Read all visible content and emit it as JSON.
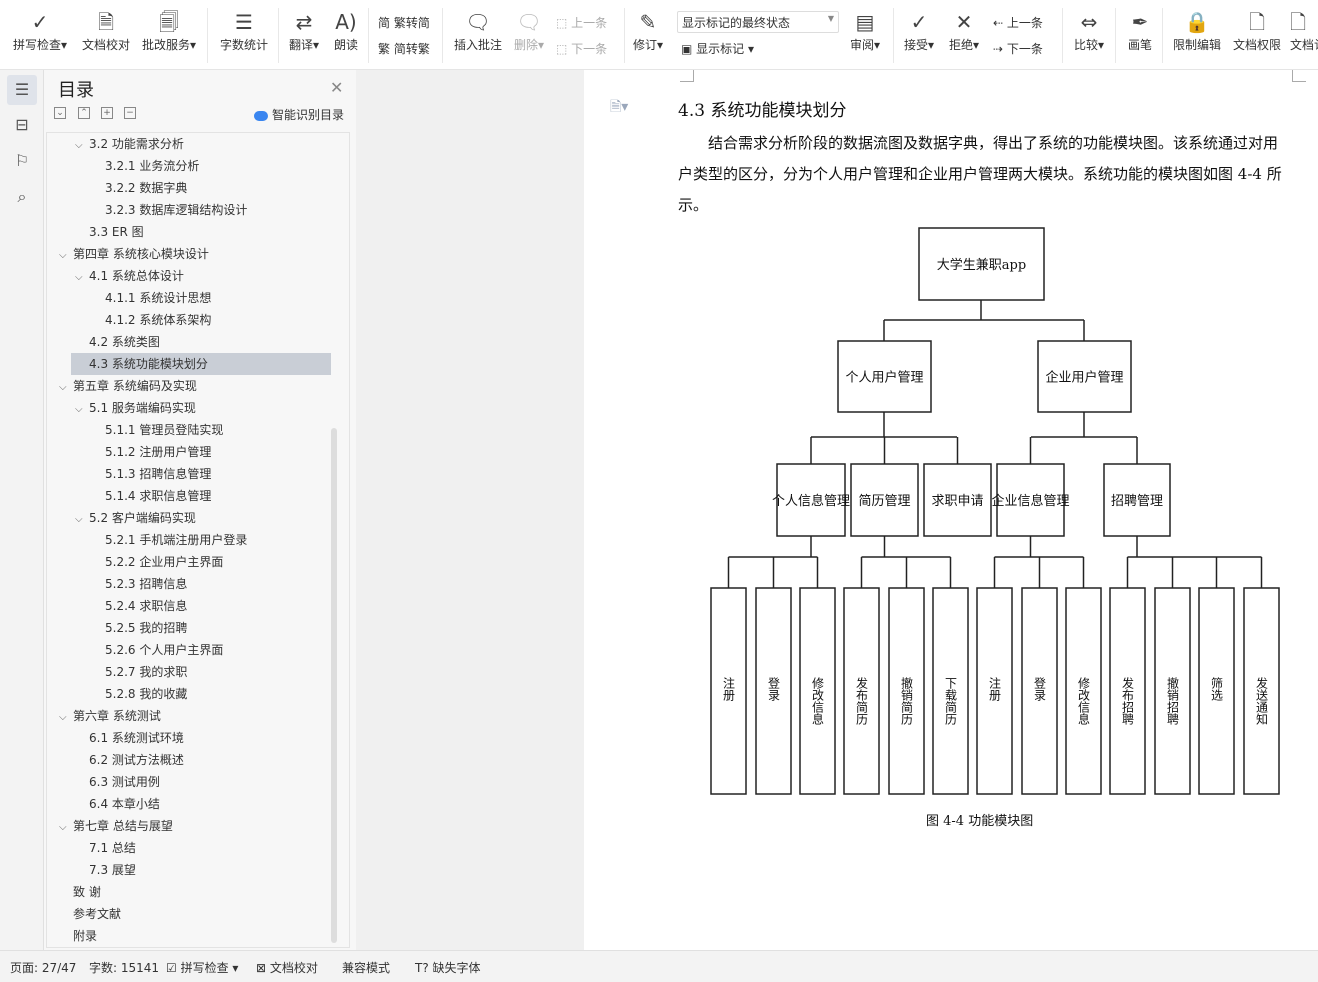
{
  "toolbar": {
    "spell": "拼写检查",
    "proof": "文档校对",
    "correct": "批改服务",
    "wordcount": "字数统计",
    "translate": "翻译",
    "read": "朗读",
    "t2s": "繁转简",
    "s2t": "简转繁",
    "insert_comment": "插入批注",
    "delete": "删除",
    "prev_comment": "上一条",
    "next_comment": "下一条",
    "revise": "修订",
    "markup_state": "显示标记的最终状态",
    "show_markup": "显示标记",
    "review": "审阅",
    "accept": "接受",
    "reject": "拒绝",
    "prev": "上一条",
    "next": "下一条",
    "compare": "比较",
    "pen": "画笔",
    "restrict": "限制编辑",
    "permission": "文档权限",
    "doc_more": "文档认"
  },
  "toc": {
    "title": "目录",
    "smart": "智能识别目录",
    "items": [
      {
        "label": "3.2 功能需求分析",
        "level": 1,
        "chev": "open"
      },
      {
        "label": "3.2.1 业务流分析",
        "level": 2
      },
      {
        "label": "3.2.2 数据字典",
        "level": 2
      },
      {
        "label": "3.2.3 数据库逻辑结构设计",
        "level": 2
      },
      {
        "label": "3.3 ER 图",
        "level": 1
      },
      {
        "label": "第四章  系统核心模块设计",
        "level": 0,
        "chev": "open"
      },
      {
        "label": "4.1 系统总体设计",
        "level": 1,
        "chev": "open"
      },
      {
        "label": "4.1.1  系统设计思想",
        "level": 2
      },
      {
        "label": "4.1.2  系统体系架构",
        "level": 2
      },
      {
        "label": "4.2 系统类图",
        "level": 1
      },
      {
        "label": "4.3 系统功能模块划分",
        "level": 1,
        "selected": true
      },
      {
        "label": "第五章  系统编码及实现",
        "level": 0,
        "chev": "open"
      },
      {
        "label": "5.1  服务端编码实现",
        "level": 1,
        "chev": "open"
      },
      {
        "label": "5.1.1 管理员登陆实现",
        "level": 2
      },
      {
        "label": "5.1.2  注册用户管理",
        "level": 2
      },
      {
        "label": "5.1.3  招聘信息管理",
        "level": 2
      },
      {
        "label": "5.1.4  求职信息管理",
        "level": 2
      },
      {
        "label": "5.2  客户端编码实现",
        "level": 1,
        "chev": "open"
      },
      {
        "label": "5.2.1  手机端注册用户登录",
        "level": 2
      },
      {
        "label": "5.2.2  企业用户主界面",
        "level": 2
      },
      {
        "label": "5.2.3  招聘信息",
        "level": 2
      },
      {
        "label": "5.2.4  求职信息",
        "level": 2
      },
      {
        "label": "5.2.5  我的招聘",
        "level": 2
      },
      {
        "label": "5.2.6  个人用户主界面",
        "level": 2
      },
      {
        "label": "5.2.7  我的求职",
        "level": 2
      },
      {
        "label": "5.2.8  我的收藏",
        "level": 2
      },
      {
        "label": "第六章  系统测试",
        "level": 0,
        "chev": "open"
      },
      {
        "label": "6.1  系统测试环境",
        "level": 1
      },
      {
        "label": "6.2  测试方法概述",
        "level": 1
      },
      {
        "label": "6.3  测试用例",
        "level": 1
      },
      {
        "label": "6.4  本章小结",
        "level": 1
      },
      {
        "label": "第七章  总结与展望",
        "level": 0,
        "chev": "open"
      },
      {
        "label": "7.1 总结",
        "level": 1
      },
      {
        "label": "7.3 展望",
        "level": 1
      },
      {
        "label": "致    谢",
        "level": 0
      },
      {
        "label": "参考文献",
        "level": 0
      },
      {
        "label": "附录",
        "level": 0
      }
    ]
  },
  "doc": {
    "heading": "4.3 系统功能模块划分",
    "paragraph": "结合需求分析阶段的数据流图及数据字典，得出了系统的功能模块图。该系统通过对用户类型的区分，分为个人用户管理和企业用户管理两大模块。系统功能的模块图如图 4-4 所示。",
    "caption": "图 4-4 功能模块图",
    "diagram": {
      "root": "大学生兼职app",
      "level2": [
        "个人用户管理",
        "企业用户管理"
      ],
      "level3": [
        "个人信息管理",
        "简历管理",
        "求职申请",
        "企业信息管理",
        "招聘管理"
      ],
      "leaves": [
        "注册",
        "登录",
        "修改信息",
        "发布简历",
        "撤销简历",
        "下载简历",
        "注册",
        "登录",
        "修改信息",
        "发布招聘",
        "撤销招聘",
        "筛选",
        "发送通知"
      ]
    }
  },
  "status": {
    "page": "页面: 27/47",
    "words": "字数: 15141",
    "spell": "拼写检查",
    "proof": "文档校对",
    "compat": "兼容模式",
    "font": "缺失字体"
  }
}
